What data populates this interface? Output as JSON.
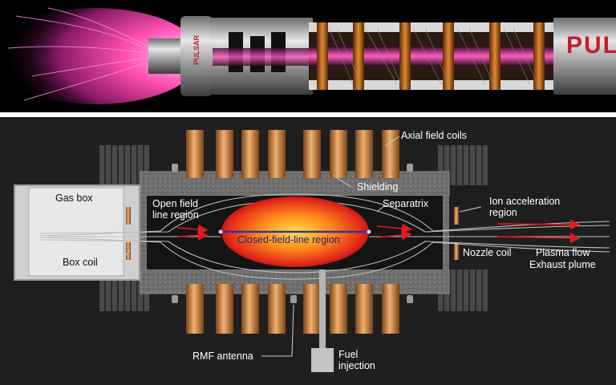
{
  "thruster_render": {
    "brand_large": "PUL",
    "brand_small": "PULSAR"
  },
  "diagram_labels": {
    "axial_field_coils": "Axial field coils",
    "shielding": "Shielding",
    "gas_box": "Gas box",
    "open_field_line_region": "Open field\nline region",
    "separatrix": "Separatrix",
    "ion_acceleration_region": "Ion acceleration\nregion",
    "closed_field_line_region": "Closed-field-line region",
    "box_coil": "Box coil",
    "nozzle_coil": "Nozzle coil",
    "plasma_flow": "Plasma flow",
    "exhaust_plume": "Exhaust plume",
    "rmf_antenna": "RMF antenna",
    "fuel_injection": "Fuel\ninjection"
  },
  "colors": {
    "coil_copper": "#c98a4a",
    "plasma_core": "#ff3b1f",
    "plasma_center": "#ffd84a",
    "arrow_red": "#e11b1b",
    "brand_red": "#c41e2a"
  }
}
